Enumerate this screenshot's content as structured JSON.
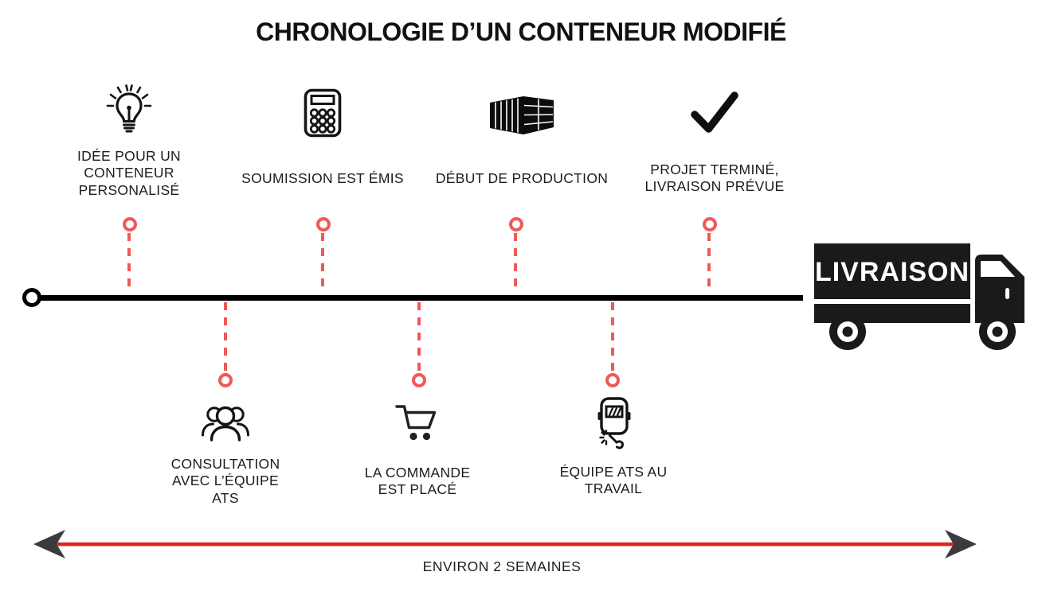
{
  "title": "CHRONOLOGIE D’UN CONTENEUR MODIFIÉ",
  "timeline": {
    "top_milestones": [
      {
        "icon": "lightbulb-icon",
        "label": "IDÉE POUR UN\nCONTENEUR\nPERSONALISÉ"
      },
      {
        "icon": "calculator-icon",
        "label": "SOUMISSION EST ÉMIS"
      },
      {
        "icon": "shipping-container-icon",
        "label": "DÉBUT DE PRODUCTION"
      },
      {
        "icon": "checkmark-icon",
        "label": "PROJET TERMINÉ,\nLIVRAISON PRÉVUE"
      }
    ],
    "bottom_milestones": [
      {
        "icon": "team-icon",
        "label": "CONSULTATION\nAVEC L’ÉQUIPE\nATS"
      },
      {
        "icon": "shopping-cart-icon",
        "label": "LA COMMANDE\nEST PLACÉ"
      },
      {
        "icon": "welding-helmet-icon",
        "label": "ÉQUIPE ATS AU\nTRAVAIL"
      }
    ]
  },
  "truck": {
    "label": "LIVRAISON"
  },
  "duration_label": "ENVIRON 2 SEMAINES",
  "colors": {
    "marker": "#ee5a58",
    "timeline_line": "#000000",
    "duration_line": "#e02320",
    "arrowhead": "#3b3b3d"
  }
}
